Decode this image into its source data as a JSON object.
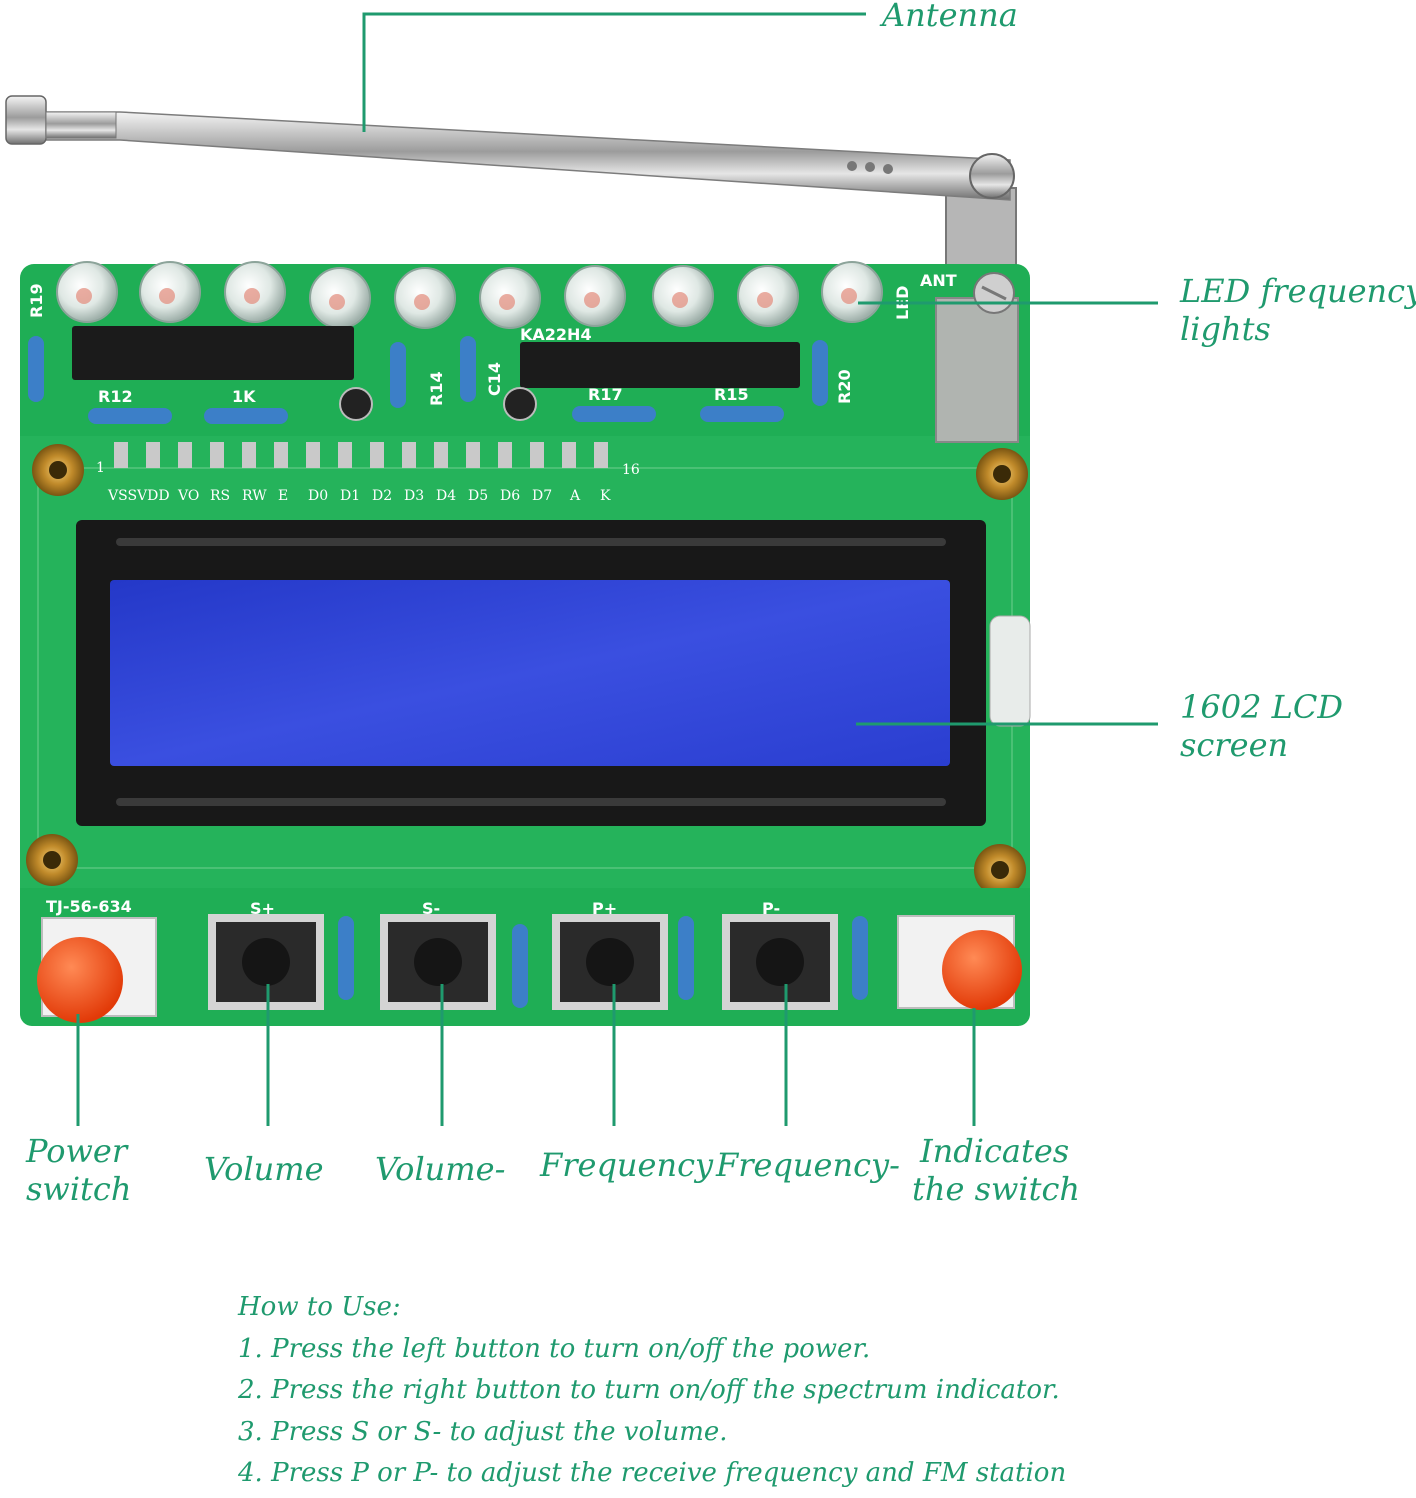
{
  "callouts": {
    "antenna": "Antenna",
    "led_line1": "LED frequency",
    "led_line2": "lights",
    "lcd_line1": "1602 LCD",
    "lcd_line2": "screen",
    "power_line1": "Power",
    "power_line2": "switch",
    "volume_plus": "Volume",
    "volume_minus": "Volume-",
    "freq_plus": "Frequency",
    "freq_minus": "Frequency-",
    "indicator_line1": "Indicates",
    "indicator_line2": "the switch"
  },
  "board": {
    "pin_first": "1",
    "pin_last": "16",
    "pin_labels": [
      "VSSVDD",
      "VO",
      "RS",
      "RW",
      "E",
      "D0",
      "D1",
      "D2",
      "D3",
      "D4",
      "D5",
      "D6",
      "D7",
      "A",
      "K"
    ],
    "ant_label": "ANT",
    "led_label": "LED",
    "ic_label": "KA22H4",
    "r12": "R12",
    "r1k": "1K",
    "r17": "R17",
    "r15": "R15",
    "r14": "R14",
    "c14": "C14",
    "r20": "R20",
    "r19": "R19",
    "switch_code": "TJ-56-634",
    "btn_s_plus": "S+",
    "btn_s_minus": "S-",
    "btn_p_plus": "P+",
    "btn_p_minus": "P-",
    "pcb_color": "#1fae55",
    "lcd_color": "#2c3fd6",
    "cap_color": "#ff4a14",
    "accent": "#1f9a6e"
  },
  "howto": {
    "title": "How to Use:",
    "steps": [
      "1. Press the left button to turn on/off the power.",
      "2. Press the right button to turn on/off the spectrum indicator.",
      "3. Press S or S- to adjust the volume.",
      "4. Press P or P- to adjust the receive frequency and FM station"
    ]
  }
}
